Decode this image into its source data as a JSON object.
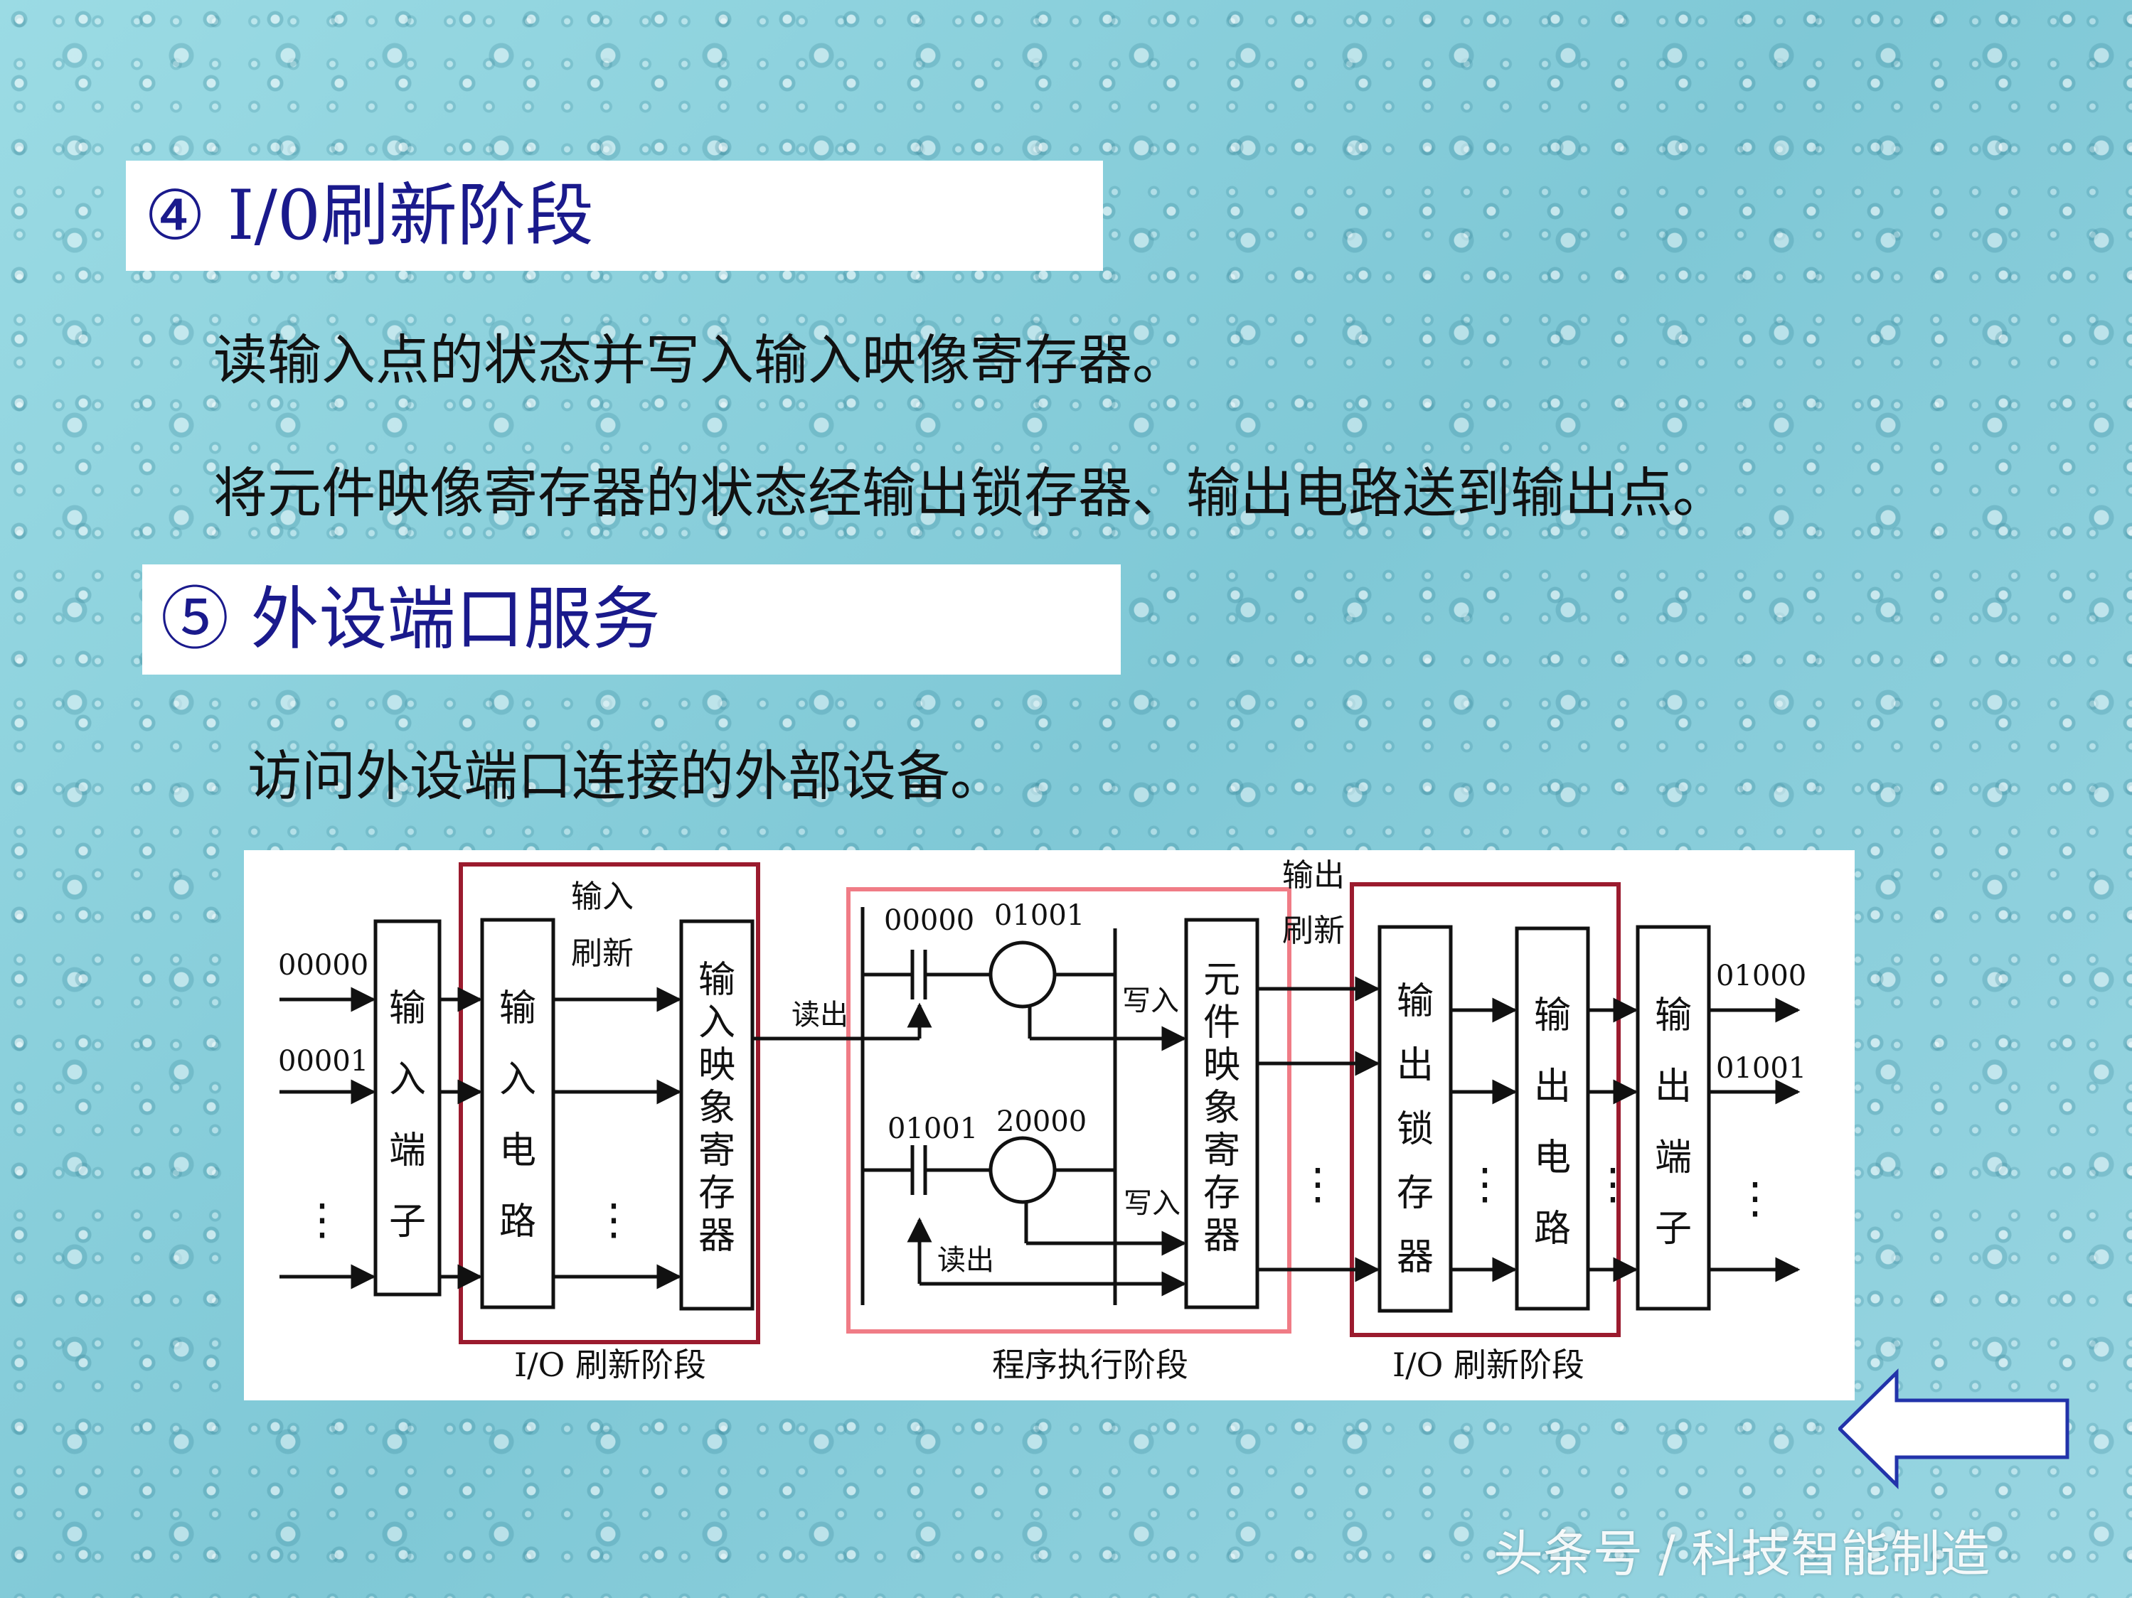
{
  "section4": {
    "title": "④ I/0刷新阶段"
  },
  "section4_lines": [
    "读输入点的状态并写入输入映像寄存器。",
    "将元件映像寄存器的状态经输出锁存器、输出电路送到输出点。"
  ],
  "section5": {
    "title": "⑤ 外设端口服务"
  },
  "section5_line": "访问外设端口连接的外部设备。",
  "diagram": {
    "inputs": [
      "00000",
      "00001"
    ],
    "blocks": {
      "input_terminal": [
        "输",
        "入",
        "端",
        "子"
      ],
      "input_circuit": [
        "输",
        "入",
        "电",
        "路"
      ],
      "input_image": [
        "输",
        "入",
        "映",
        "象",
        "寄",
        "存",
        "器"
      ],
      "element_image": [
        "元",
        "件",
        "映",
        "象",
        "寄",
        "存",
        "器"
      ],
      "output_latch": [
        "输",
        "出",
        "锁",
        "存",
        "器"
      ],
      "output_circuit": [
        "输",
        "出",
        "电",
        "路"
      ],
      "output_terminal": [
        "输",
        "出",
        "端",
        "子"
      ]
    },
    "input_refresh_label": [
      "输入",
      "刷新"
    ],
    "output_refresh_label": [
      "输出",
      "刷新"
    ],
    "read_out": "读出",
    "write_in": "写入",
    "rung1": {
      "contact": "00000",
      "coil": "01001"
    },
    "rung2": {
      "contact": "01001",
      "coil": "20000"
    },
    "outputs": [
      "01000",
      "01001"
    ],
    "dots": "⋮",
    "stage_labels": [
      "I/O 刷新阶段",
      "程序执行阶段",
      "I/O 刷新阶段"
    ]
  },
  "watermark": "头条号 / 科技智能制造",
  "colors": {
    "heading_text": "#1a1a8c",
    "red_box": "#9b1b2e",
    "pink_box": "#f07c86",
    "arrow_blue": "#2233aa"
  },
  "icons": {
    "back": "left-arrow-icon"
  }
}
